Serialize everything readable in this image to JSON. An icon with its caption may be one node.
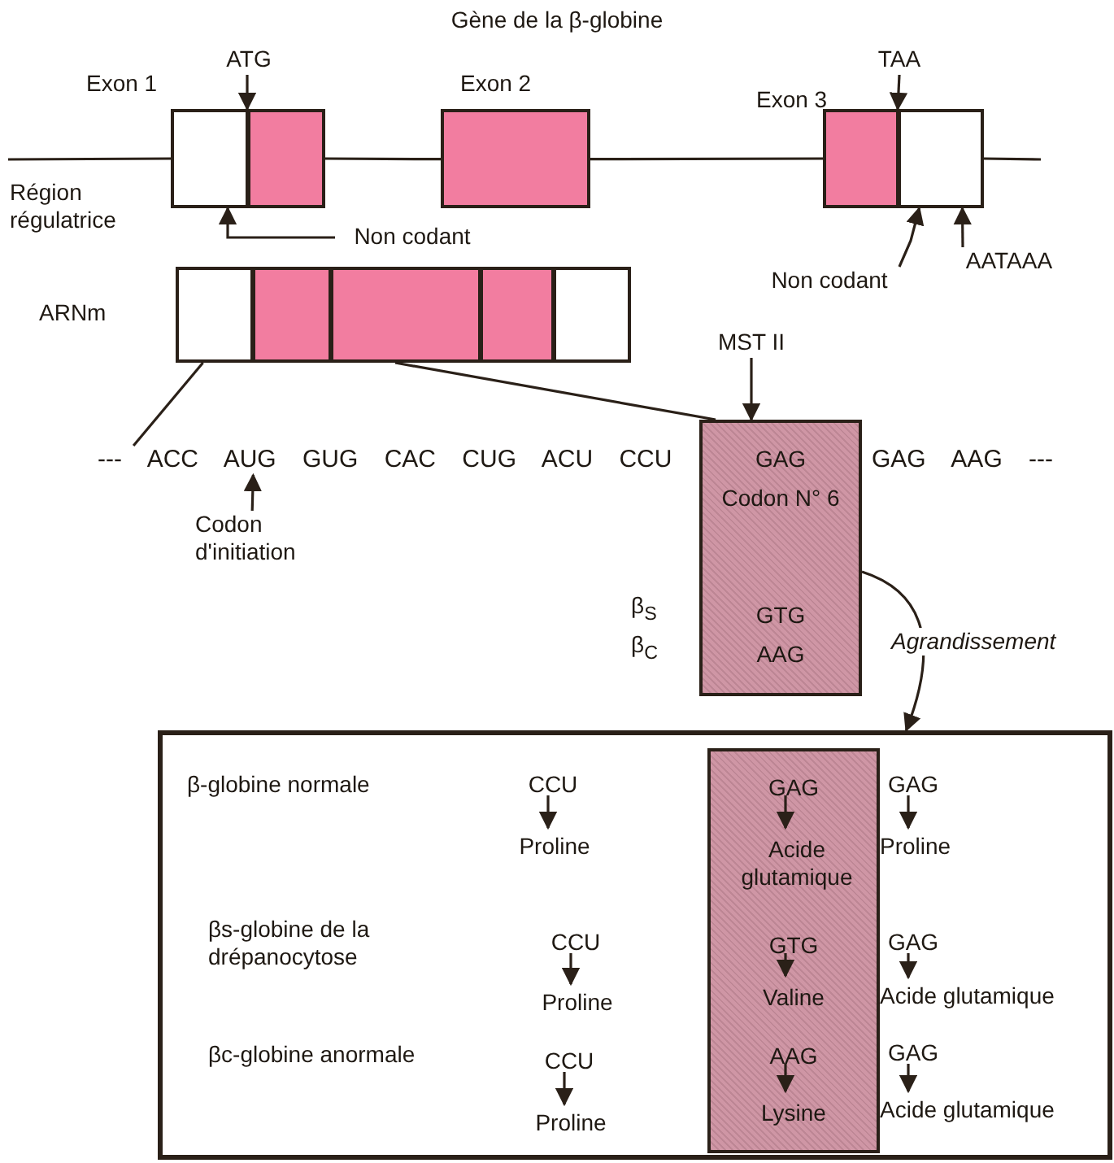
{
  "diagram": {
    "title": "Gène de la β-globine",
    "nodes": [
      {
        "text": [
          "Exon 1"
        ]
      },
      {
        "text": [],
        "shape": "box",
        "in": 0
      },
      {
        "text": [],
        "shape": "box",
        "in": 0
      },
      {
        "text": [
          "Exon 2"
        ]
      },
      {
        "text": [
          "Exon 3"
        ]
      },
      {
        "text": [],
        "shape": "box",
        "in": 4
      },
      {
        "text": [],
        "shape": "box",
        "in": 4
      },
      {
        "text": [
          "ATG"
        ]
      },
      {
        "text": [
          "Non codant"
        ]
      },
      {
        "text": [
          "TAA"
        ]
      },
      {
        "text": [
          "Non codant"
        ]
      },
      {
        "text": [
          "AATAAA"
        ]
      },
      {
        "text": [
          "ARNm"
        ]
      },
      {
        "text": [],
        "shape": "box",
        "in": 12
      },
      {
        "text": [],
        "shape": "box",
        "in": 12
      },
      {
        "text": [],
        "shape": "box",
        "in": 12
      },
      {
        "text": [],
        "shape": "box",
        "in": 12
      },
      {
        "text": [],
        "shape": "box",
        "in": 12
      },
      {
        "text": [
          "--- ACC AUG GUG CAC CUG ACU CCU"
        ]
      },
      {
        "text": [
          "GAG",
          "Codon N° 6",
          "GTG",
          "AAG"
        ]
      },
      {
        "text": [
          "GAG AAG ---"
        ]
      },
      {
        "text": [
          "MST II"
        ]
      },
      {
        "text": [
          "Codon d'initiation"
        ]
      },
      {
        "text": [],
        "shape": "box"
      },
      {
        "text": [],
        "shape": "bar",
        "in": 23
      },
      {
        "text": [
          "CCU"
        ],
        "in": 23
      },
      {
        "text": [
          "Proline"
        ],
        "in": 23
      },
      {
        "text": [
          "GAG"
        ],
        "in": 24
      },
      {
        "text": [
          "Acide glutamique"
        ],
        "in": 24
      },
      {
        "text": [
          "GAG"
        ],
        "in": 23
      },
      {
        "text": [
          "Proline"
        ],
        "in": 23
      },
      {
        "text": [
          "CCU"
        ],
        "in": 23
      },
      {
        "text": [
          "Proline"
        ],
        "in": 23
      },
      {
        "text": [
          "GTG"
        ],
        "in": 24
      },
      {
        "text": [
          "Valine"
        ],
        "in": 24
      },
      {
        "text": [
          "GAG"
        ],
        "in": 23
      },
      {
        "text": [
          "Acide glutamique"
        ],
        "in": 23
      },
      {
        "text": [
          "CCU"
        ],
        "in": 23
      },
      {
        "text": [
          "Proline"
        ],
        "in": 23
      },
      {
        "text": [
          "AAG"
        ],
        "in": 24
      },
      {
        "text": [
          "Lysine"
        ],
        "in": 24
      },
      {
        "text": [
          "GAG"
        ],
        "in": 23
      },
      {
        "text": [
          "Acide glutamique"
        ],
        "in": 23
      }
    ],
    "edges": [
      {
        "from": 7,
        "to": 2,
        "arrow": "to"
      },
      {
        "from": 8,
        "to": 1,
        "arrow": "to"
      },
      {
        "from": 9,
        "to": 6,
        "arrow": "to"
      },
      {
        "from": 10,
        "to": 6,
        "arrow": "to"
      },
      {
        "from": 11,
        "to": 6,
        "arrow": "to"
      },
      {
        "from": null,
        "to": 1,
        "arrow": "none"
      },
      {
        "from": 2,
        "to": 3,
        "arrow": "none"
      },
      {
        "from": 3,
        "to": 5,
        "arrow": "none"
      },
      {
        "from": 6,
        "to": null,
        "arrow": "none"
      },
      {
        "from": 13,
        "to": 18,
        "arrow": "none"
      },
      {
        "from": 15,
        "to": 19,
        "arrow": "none"
      },
      {
        "from": 21,
        "to": 19,
        "arrow": "to"
      },
      {
        "from": 22,
        "to": 18,
        "arrow": "to"
      },
      {
        "from": 19,
        "to": 23,
        "arrow": "to",
        "label": "Agrandissement"
      },
      {
        "from": 25,
        "to": 26,
        "arrow": "to"
      },
      {
        "from": 27,
        "to": 28,
        "arrow": "to"
      },
      {
        "from": 29,
        "to": 30,
        "arrow": "to"
      },
      {
        "from": 31,
        "to": 32,
        "arrow": "to"
      },
      {
        "from": 33,
        "to": 34,
        "arrow": "to"
      },
      {
        "from": 35,
        "to": 36,
        "arrow": "to"
      },
      {
        "from": 37,
        "to": 38,
        "arrow": "to"
      },
      {
        "from": 39,
        "to": 40,
        "arrow": "to"
      },
      {
        "from": 41,
        "to": 42,
        "arrow": "to"
      }
    ],
    "labels": [
      "Région régulatrice",
      "β$_{S}$",
      "β$_{C}$",
      "β-globine normale",
      "βs-globine de la drépanocytose",
      "βc-globine anormale"
    ]
  }
}
